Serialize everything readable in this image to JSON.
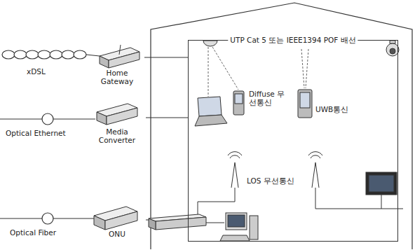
{
  "diagram": {
    "nodes": [
      {
        "text": [
          "UTP Cat 5 또는 IEEE1394 POF 배선"
        ]
      },
      {
        "text": [
          "Home Gateway"
        ]
      },
      {
        "text": [
          "Media Converter"
        ]
      },
      {
        "text": [
          "ONU"
        ]
      }
    ],
    "edges": [
      {
        "from": 1,
        "to": 0,
        "arrow": "none"
      },
      {
        "from": 2,
        "to": 0,
        "arrow": "none"
      },
      {
        "from": 3,
        "to": 0,
        "arrow": "none"
      }
    ],
    "labels": [
      "xDSL",
      "Optical Ethernet",
      "Optical Fiber",
      "Diffuse 무선통신",
      "UWB통신",
      "LOS 무선통신"
    ]
  }
}
